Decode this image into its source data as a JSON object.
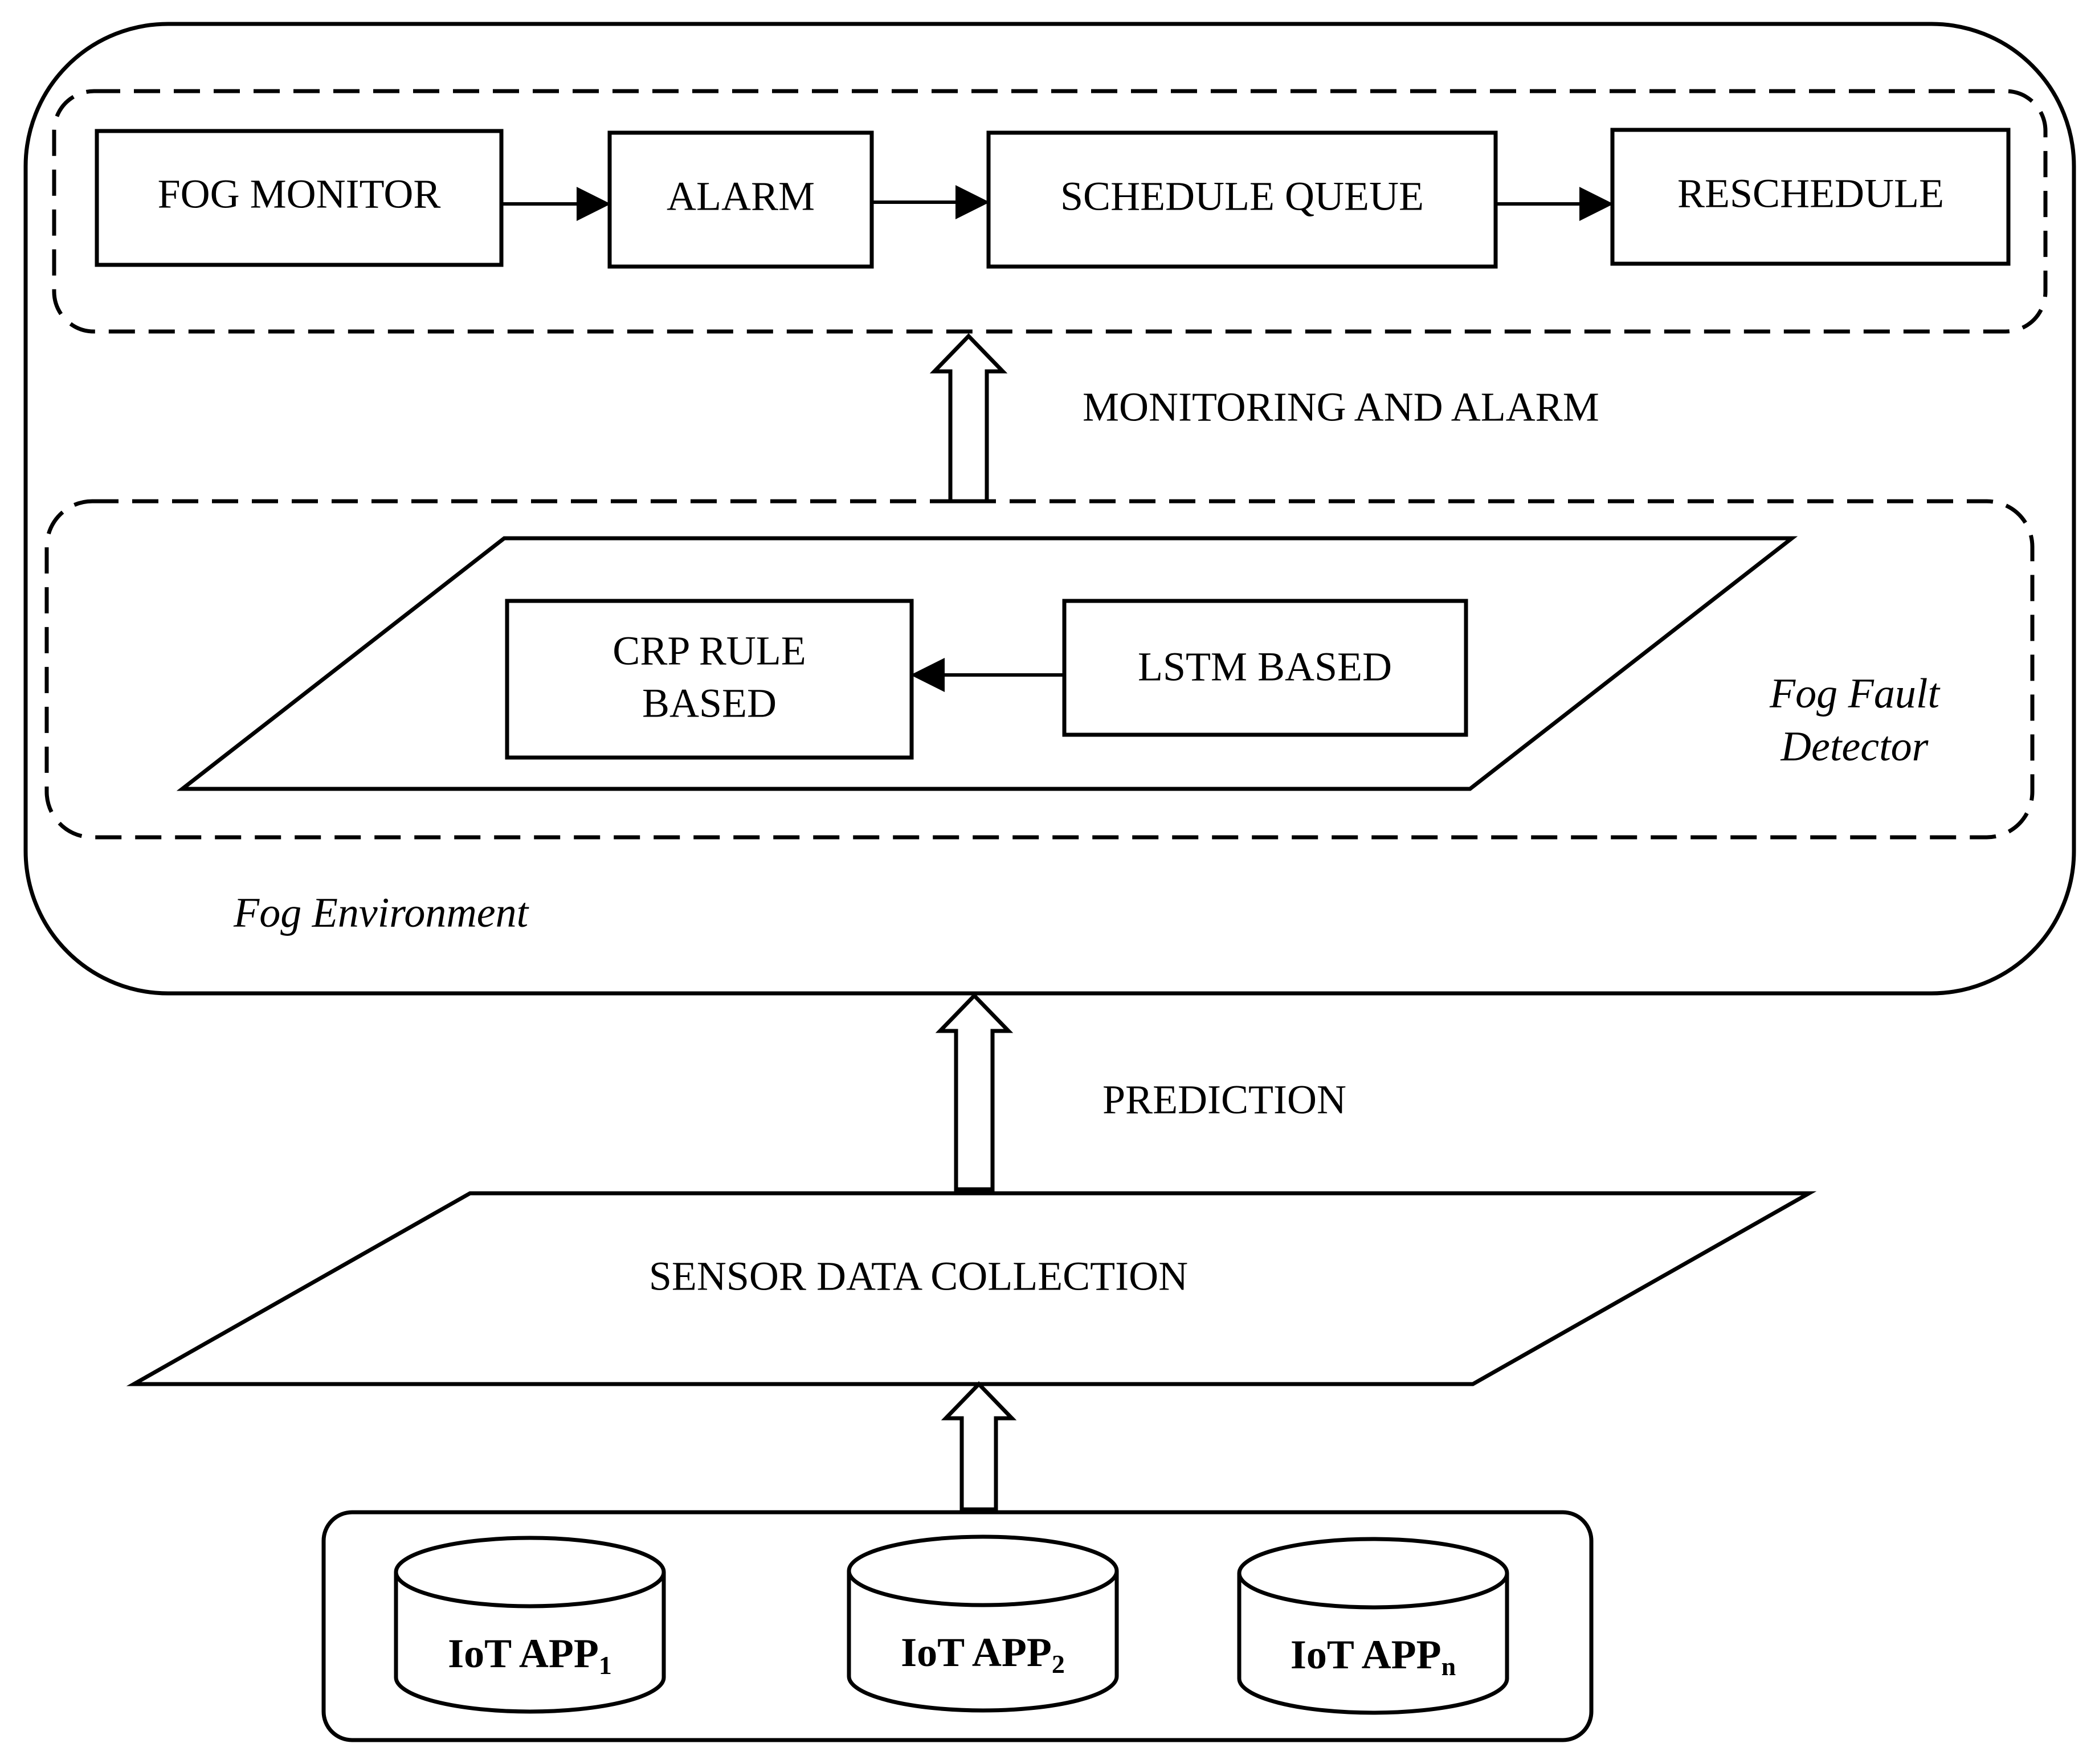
{
  "pipeline": {
    "fog_monitor": "FOG MONITOR",
    "alarm": "ALARM",
    "schedule_queue": "SCHEDULE QUEUE",
    "reschedule": "RESCHEDULE"
  },
  "labels": {
    "monitoring_and_alarm": "MONITORING AND ALARM",
    "prediction": "PREDICTION",
    "fog_environment": "Fog Environment"
  },
  "detector": {
    "title_line1": "Fog Fault",
    "title_line2": "Detector",
    "crp_line1": "CRP RULE",
    "crp_line2": "BASED",
    "lstm": "LSTM BASED"
  },
  "sensor": {
    "label": "SENSOR DATA COLLECTION"
  },
  "iot_apps": [
    {
      "name": "IoT APP",
      "sub": "1"
    },
    {
      "name": "IoT APP",
      "sub": "2"
    },
    {
      "name": "IoT APP",
      "sub": "n"
    }
  ]
}
